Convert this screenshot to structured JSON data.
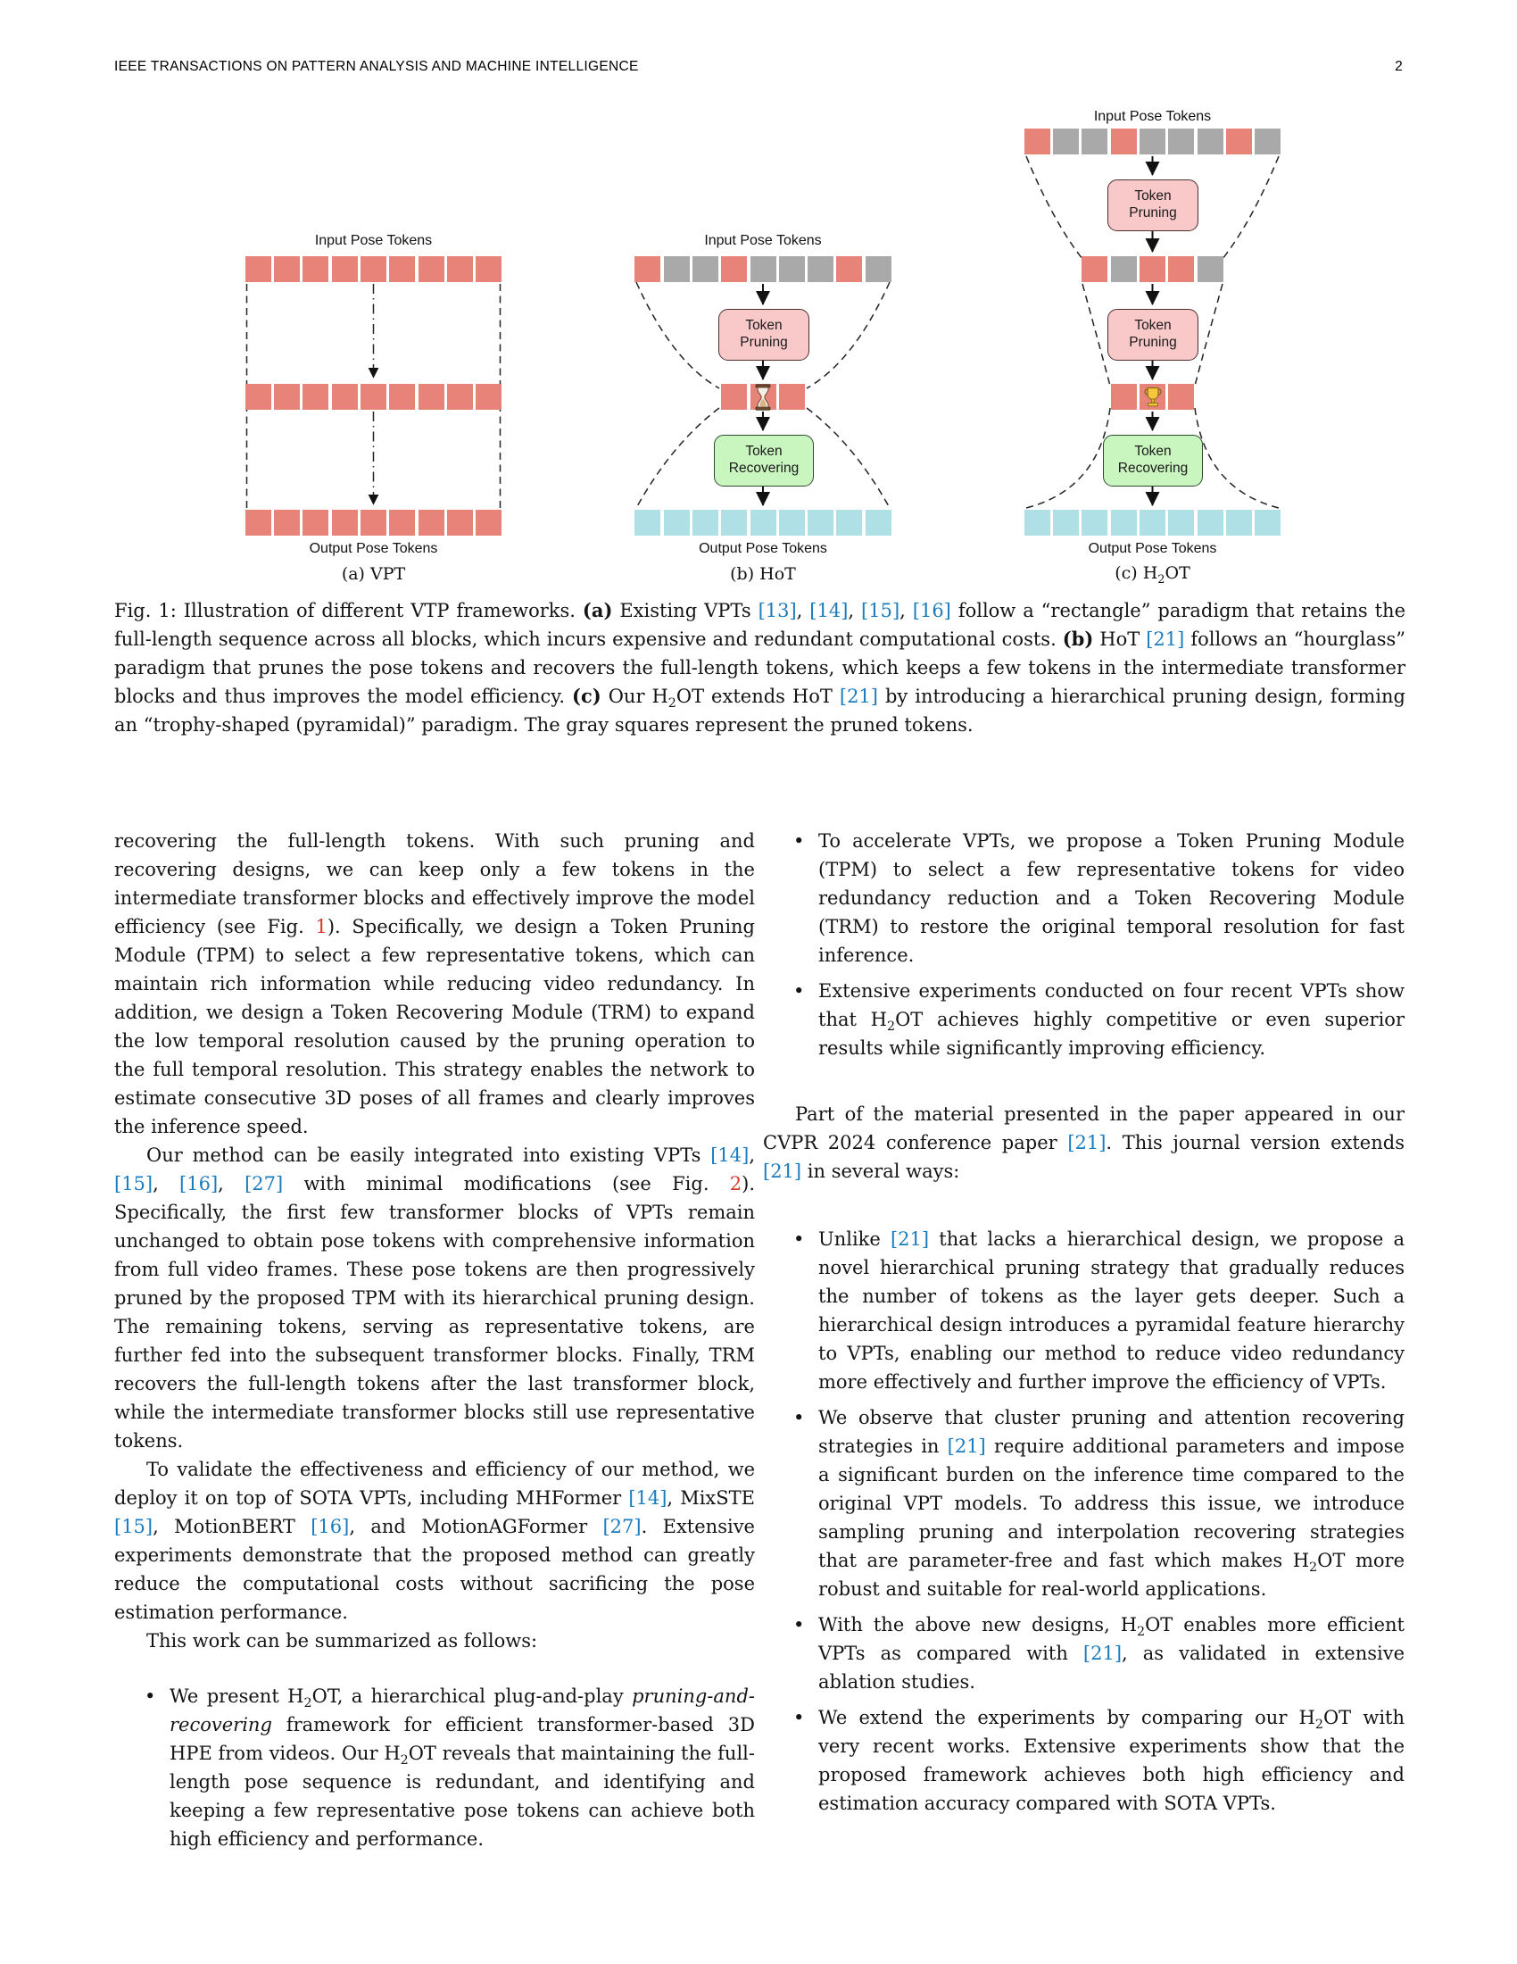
{
  "header": {
    "journal": "IEEE TRANSACTIONS ON PATTERN ANALYSIS AND MACHINE INTELLIGENCE",
    "page_number": "2"
  },
  "colors": {
    "token_red": "#E8837A",
    "token_gray": "#A9A9A9",
    "token_cyan": "#AEE0E6",
    "prune_box_fill": "#F9C8C9",
    "prune_box_border": "#4A2F2F",
    "recover_box_fill": "#C9F5BF",
    "recover_box_border": "#2E4A2E",
    "citation_link": "#1B7CBE",
    "figure_ref": "#D93A2B",
    "text": "#141414"
  },
  "list": {
    "bullet_marker": "•"
  },
  "figure": {
    "diagrams": {
      "vpt": {
        "input_label": "Input Pose Tokens",
        "output_label": "Output Pose Tokens",
        "caption": "(a) VPT",
        "rows": {
          "top": [
            "red",
            "red",
            "red",
            "red",
            "red",
            "red",
            "red",
            "red",
            "red"
          ],
          "middle": [
            "red",
            "red",
            "red",
            "red",
            "red",
            "red",
            "red",
            "red",
            "red"
          ],
          "bottom": [
            "red",
            "red",
            "red",
            "red",
            "red",
            "red",
            "red",
            "red",
            "red"
          ]
        }
      },
      "hot": {
        "input_label": "Input Pose Tokens",
        "output_label": "Output Pose Tokens",
        "caption": "(b) HoT",
        "prune_label": "Token Pruning",
        "recover_label": "Token Recovering",
        "bottleneck_icon": "hourglass-icon",
        "rows": {
          "top": [
            "red",
            "gray",
            "gray",
            "red",
            "gray",
            "gray",
            "gray",
            "red",
            "gray"
          ],
          "middle": [
            "red",
            "red-hourglass",
            "red"
          ],
          "bottom": [
            "cyan",
            "cyan",
            "cyan",
            "cyan",
            "cyan",
            "cyan",
            "cyan",
            "cyan",
            "cyan"
          ]
        }
      },
      "h2ot": {
        "input_label": "Input Pose Tokens",
        "output_label": "Output Pose Tokens",
        "caption": "(c) H2OT",
        "prune_label_1": "Token Pruning",
        "prune_label_2": "Token Pruning",
        "recover_label": "Token Recovering",
        "bottleneck_icon": "trophy-icon",
        "rows": {
          "top": [
            "red",
            "gray",
            "gray",
            "red",
            "gray",
            "gray",
            "gray",
            "red",
            "gray"
          ],
          "middle1": [
            "red",
            "gray",
            "red",
            "red",
            "gray"
          ],
          "middle2": [
            "red",
            "red-trophy",
            "red"
          ],
          "bottom": [
            "cyan",
            "cyan",
            "cyan",
            "cyan",
            "cyan",
            "cyan",
            "cyan",
            "cyan",
            "cyan"
          ]
        }
      }
    },
    "caption": "Fig. 1: Illustration of different VTP frameworks. {{b:(a)}} Existing VPTs {{cite:13}}, {{cite:14}}, {{cite:15}}, {{cite:16}} follow a “rectangle” paradigm that retains the full-length sequence across all blocks, which incurs expensive and redundant computational costs. {{b:(b)}} HoT {{cite:21}} follows an “hourglass” paradigm that prunes the pose tokens and recovers the full-length tokens, which keeps a few tokens in the intermediate transformer blocks and thus improves the model efficiency. {{b:(c)}} Our H2OT extends HoT {{cite:21}} by introducing a hierarchical pruning design, forming an “trophy-shaped (pyramidal)” paradigm. The gray squares represent the pruned tokens."
  },
  "columns": {
    "left": [
      {
        "type": "para",
        "text": "recovering the full-length tokens. With such pruning and recovering designs, we can keep only a few tokens in the intermediate transformer blocks and effectively improve the model efficiency (see Fig. {{fig:1}}). Specifically, we design a Token Pruning Module (TPM) to select a few representative tokens, which can maintain rich information while reducing video redundancy. In addition, we design a Token Recovering Module (TRM) to expand the low temporal resolution caused by the pruning operation to the full temporal resolution. This strategy enables the network to estimate consecutive 3D poses of all frames and clearly improves the inference speed."
      },
      {
        "type": "para",
        "indent": true,
        "text": "Our method can be easily integrated into existing VPTs {{cite:14}}, {{cite:15}}, {{cite:16}}, {{cite:27}} with minimal modifications (see Fig. {{fig:2}}). Specifically, the first few transformer blocks of VPTs remain unchanged to obtain pose tokens with comprehensive information from full video frames. These pose tokens are then progressively pruned by the proposed TPM with its hierarchical pruning design. The remaining tokens, serving as representative tokens, are further fed into the subsequent transformer blocks. Finally, TRM recovers the full-length tokens after the last transformer block, while the intermediate transformer blocks still use representative tokens."
      },
      {
        "type": "para",
        "indent": true,
        "text": "To validate the effectiveness and efficiency of our method, we deploy it on top of SOTA VPTs, including MHFormer {{cite:14}}, MixSTE {{cite:15}}, MotionBERT {{cite:16}}, and MotionAGFormer {{cite:27}}. Extensive experiments demonstrate that the proposed method can greatly reduce the computational costs without sacrificing the pose estimation performance."
      },
      {
        "type": "para",
        "indent": true,
        "text": "This work can be summarized as follows:"
      },
      {
        "type": "bullet",
        "gap": 30,
        "text": "We present H2OT, a hierarchical plug-and-play {{i:pruning-and-recovering}} framework for efficient transformer-based 3D HPE from videos. Our H2OT reveals that maintaining the full-length pose sequence is redundant, and identifying and keeping a few representative pose tokens can achieve both high efficiency and performance."
      }
    ],
    "right": [
      {
        "type": "bullet",
        "text": "To accelerate VPTs, we propose a Token Pruning Module (TPM) to select a few representative tokens for video redundancy reduction and a Token Recovering Module (TRM) to restore the original temporal resolution for fast inference."
      },
      {
        "type": "bullet",
        "gap": 8,
        "text": "Extensive experiments conducted on four recent VPTs show that H2OT achieves highly competitive or even superior results while significantly improving efficiency."
      },
      {
        "type": "para",
        "indent": true,
        "gap": 42,
        "text": "Part of the material presented in the paper appeared in our CVPR 2024 conference paper {{cite:21}}. This journal version extends {{cite:21}} in several ways:"
      },
      {
        "type": "bullet",
        "gap": 44,
        "text": "Unlike {{cite:21}} that lacks a hierarchical design, we propose a novel hierarchical pruning strategy that gradually reduces the number of tokens as the layer gets deeper. Such a hierarchical design introduces a pyramidal feature hierarchy to VPTs, enabling our method to reduce video redundancy more effectively and further improve the efficiency of VPTs."
      },
      {
        "type": "bullet",
        "gap": 8,
        "text": "We observe that cluster pruning and attention recovering strategies in {{cite:21}} require additional parameters and impose a significant burden on the inference time compared to the original VPT models. To address this issue, we introduce sampling pruning and interpolation recovering strategies that are parameter-free and fast which makes H2OT more robust and suitable for real-world applications."
      },
      {
        "type": "bullet",
        "gap": 8,
        "text": "With the above new designs, H2OT enables more efficient VPTs as compared with {{cite:21}}, as validated in extensive ablation studies."
      },
      {
        "type": "bullet",
        "gap": 8,
        "text": "We extend the experiments by comparing our H2OT with very recent works. Extensive experiments show that the proposed framework achieves both high efficiency and estimation accuracy compared with SOTA VPTs."
      }
    ]
  }
}
